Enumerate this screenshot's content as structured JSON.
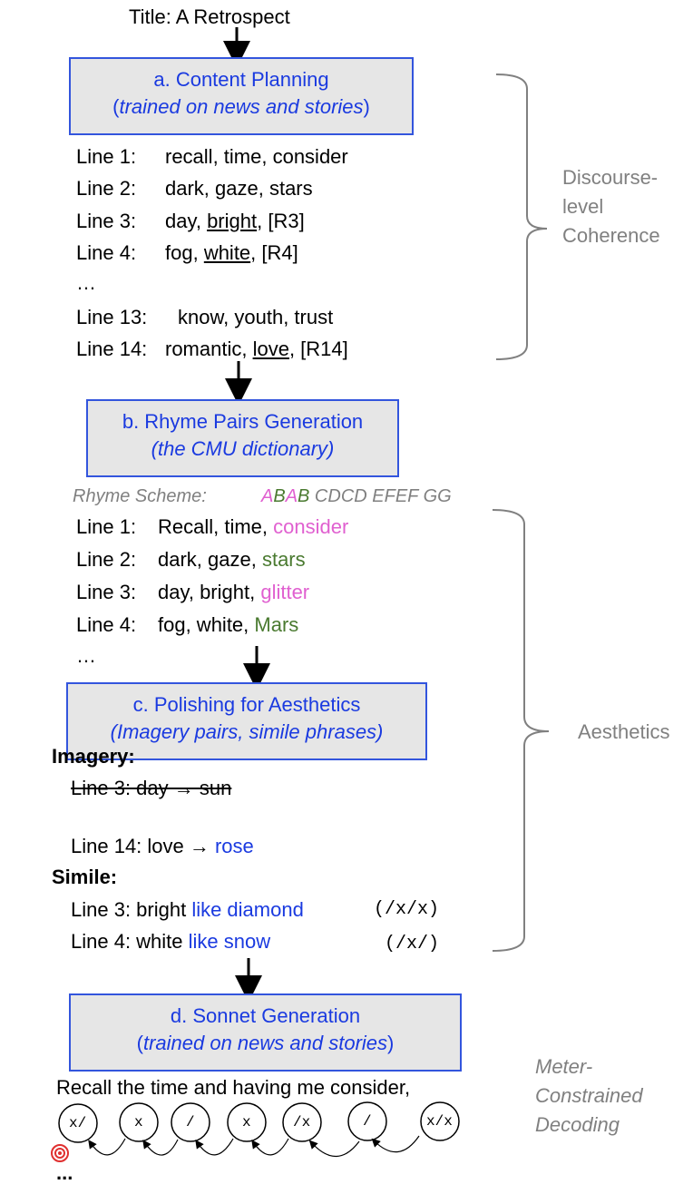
{
  "title": "Title: A Retrospect",
  "step_a": {
    "label": "a.    Content Planning",
    "sub_open": "(",
    "sub_text": "trained on news and stories",
    "sub_close": ")"
  },
  "plan_lines": [
    {
      "label": "Line 1:",
      "words": "recall, time, consider"
    },
    {
      "label": "Line 2:",
      "words": "dark, gaze, stars"
    },
    {
      "label": "Line 3:",
      "w1": "day, ",
      "w2": "bright",
      "w3": ", [R3]"
    },
    {
      "label": "Line 4:",
      "w1": "fog, ",
      "w2": "white",
      "w3": ", [R4]"
    },
    {
      "label": "…"
    },
    {
      "label": "Line 13:",
      "words": "know, youth, trust"
    },
    {
      "label": "Line 14:",
      "w1": "romantic, ",
      "w2": "love",
      "w3": ", [R14]"
    }
  ],
  "discourse_label": [
    "Discourse-",
    "level",
    "Coherence"
  ],
  "step_b": {
    "label": "b. Rhyme Pairs Generation",
    "sub": "(the CMU dictionary)"
  },
  "rhyme_scheme": {
    "prefix": "Rhyme Scheme:",
    "a1": "A",
    "b1": "B",
    "a2": "A",
    "b2": "B",
    "rest": " CDCD EFEF GG"
  },
  "rhyme_lines": [
    {
      "label": "Line 1:",
      "words": "Recall, time, ",
      "rhyme": "consider",
      "color": "#e060d0"
    },
    {
      "label": "Line 2:",
      "words": "dark, gaze, ",
      "rhyme": "stars",
      "color": "#4a7a30"
    },
    {
      "label": "Line 3:",
      "words": "day, bright, ",
      "rhyme": "glitter",
      "color": "#e060d0"
    },
    {
      "label": "Line 4:",
      "words": "fog, white, ",
      "rhyme": "Mars",
      "color": "#4a7a30"
    },
    {
      "label": "…"
    }
  ],
  "step_c": {
    "label": "c. Polishing for Aesthetics",
    "sub": "(Imagery pairs, simile phrases)"
  },
  "imagery": {
    "heading": "Imagery:",
    "line3": "Line 3:   day → sun",
    "line14_prefix": "Line 14: love → ",
    "line14_word": "rose"
  },
  "simile": {
    "heading": "Simile:",
    "line3_prefix": "Line 3:   bright ",
    "line3_phrase": "like diamond",
    "line3_meter": "(/x/x)",
    "line4_prefix": "Line 4:   white ",
    "line4_phrase": "like snow",
    "line4_meter": "(/x/)"
  },
  "aesthetics_label": "Aesthetics",
  "step_d": {
    "label": "d. Sonnet Generation",
    "sub_open": "(",
    "sub_text": "trained on news and stories",
    "sub_close": ")"
  },
  "meter_label": [
    "Meter-",
    "Constrained",
    "Decoding"
  ],
  "sonnet_line": "Recall the time and having me consider,",
  "meter_circles": [
    "x/",
    "x",
    "/",
    "x",
    "/x",
    "/",
    "x/x"
  ],
  "ellipsis": "...",
  "colors": {
    "box_border": "#3355dd",
    "box_fill": "#e6e6e6",
    "blue_text": "#1a3ae0",
    "pink": "#e060d0",
    "green": "#4a7a30",
    "gray": "#808080"
  }
}
